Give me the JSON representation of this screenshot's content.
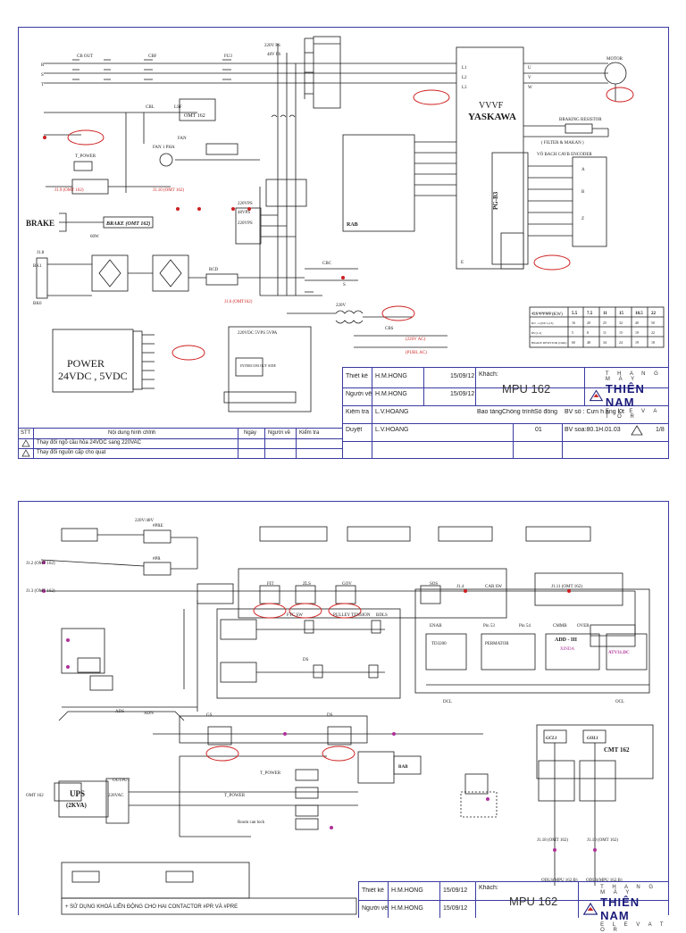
{
  "sheet1": {
    "labels": {
      "inverter_name": "VVVF",
      "inverter_brand": "YASKAWA",
      "motor": "MOTOR",
      "braking_resistor": "BRAKING RESISTOR",
      "brake": "BRAKE",
      "brake_box": "BRAKE (OMT 162)",
      "power_line1": "POWER",
      "power_line2": "24VDC , 5VDC",
      "pg_card": "PG-B3",
      "rab": "RAB",
      "omt162": "OMT 162",
      "intercom": "INTERCOM OUT SIDE",
      "fan": "FAN 1 PHA"
    },
    "table": {
      "header": [
        "CS VVVF (KW )",
        "5.5",
        "7.5",
        "11",
        "15",
        "18.5",
        "22"
      ],
      "rows": [
        [
          "RU , a-(RU1,2,3)",
          "16",
          "20",
          "25",
          "32",
          "40",
          "50"
        ],
        [
          "RV(1,2)",
          "5",
          "8",
          "11",
          "15",
          "19",
          "22"
        ],
        [
          "BRAKE RESISTOR (Ohm)",
          "60",
          "48",
          "34",
          "24",
          "19",
          "18"
        ]
      ]
    },
    "title_block": {
      "row_labels": [
        "Thiết kế",
        "Người vẽ",
        "Kiểm tra",
        "Duyệt"
      ],
      "names": [
        "H.M.HỒNG",
        "H.M.HỒNG",
        "L.V.HOÀNG",
        "L.V.HOÀNG"
      ],
      "dates": [
        "15/09/12",
        "15/09/12"
      ],
      "client_label": "Khách:",
      "project": "MPU 162",
      "brand_top": "T H A N G   M Á Y",
      "brand_name": "THIÊN NAM",
      "brand_sub": "E L E V A T O R",
      "bottom": [
        "Bao tảng",
        "Chống trình",
        "Số đồng",
        "BV số : Cưn h áng l0t"
      ],
      "sheet_no": "01",
      "doc_no": "BV soa:80.1H.01.03",
      "page": "1/8"
    },
    "revisions": {
      "header": [
        "STT",
        "Nội dung hình chỉnh",
        "Ngày",
        "Người vẽ",
        "Kiểm tra"
      ],
      "rows": [
        "Thay đổi ngõ cầu hỏa 24VDC sang 220VAC",
        "Thay đổi nguồn cấp cho quạt"
      ]
    }
  },
  "sheet2": {
    "labels": {
      "ups_line1": "UPS",
      "ups_line2": "(2KVA)",
      "cmt162": "CMT 162",
      "add_iii": "ADD - III",
      "xinda": "XINDA",
      "atv": "ATV31.DC",
      "permator": "PERMATOR",
      "ts": "TD3200",
      "gclj": "GCL1",
      "golj": "GOL1",
      "rab": "RAB"
    },
    "note": "+ SỬ DỤNG KHOÁ LIÊN ĐỘNG CHO HAI CONTACTOR #PR VÀ #PRE",
    "title_block": {
      "row_labels": [
        "Thiết kế",
        "Người vẽ"
      ],
      "names": [
        "H.M.HỒNG",
        "H.M.HỒNG"
      ],
      "dates": [
        "15/09/12",
        "15/09/12"
      ],
      "client_label": "Khách:",
      "project": "MPU 162",
      "brand_top": "T H A N G   M Á Y",
      "brand_name": "THIÊN NAM",
      "brand_sub": "E L E V A T O R"
    }
  }
}
